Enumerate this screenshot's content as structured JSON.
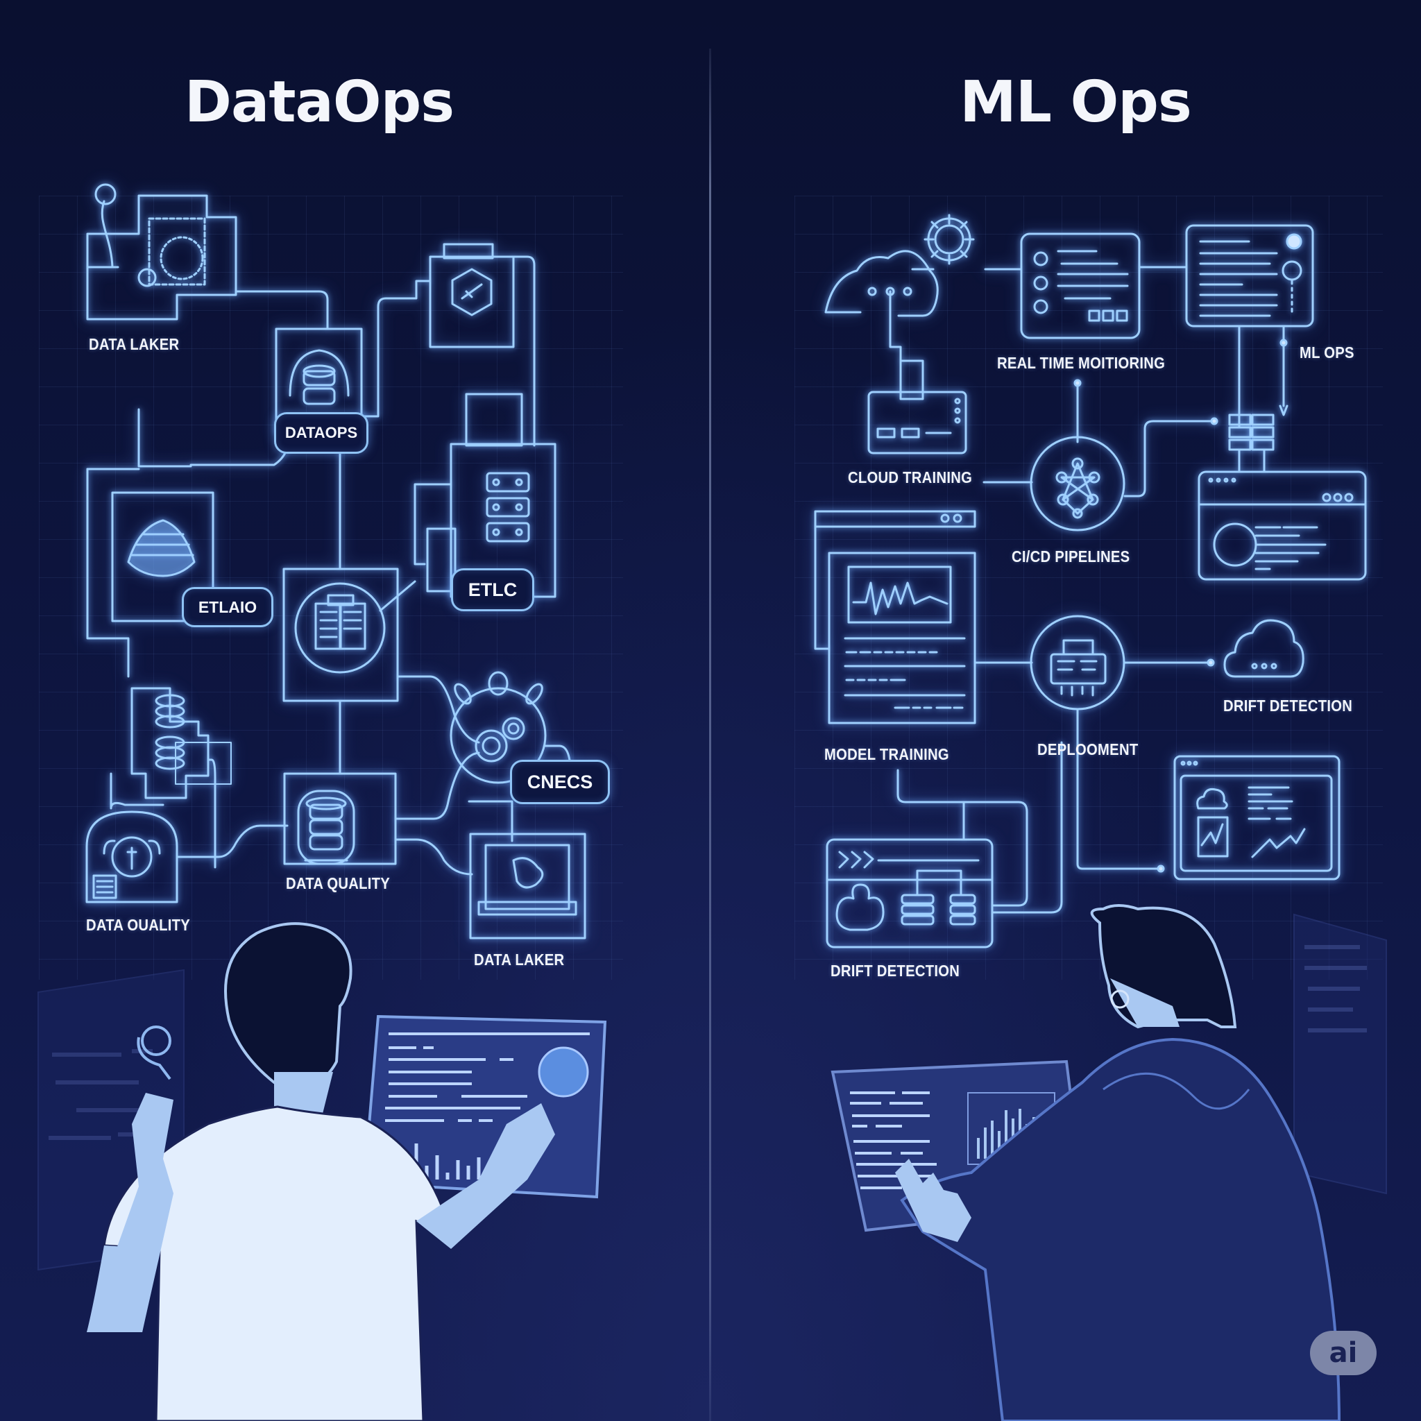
{
  "left_panel": {
    "title": "DataOps",
    "labels": {
      "data_laker_top": "DATA LAKER",
      "dataops_pill": "DATAOPS",
      "etlaio_pill": "ETLAIO",
      "etlc_pill": "ETLC",
      "cnecs_pill": "CNECS",
      "data_quality_center": "DATA QUALITY",
      "data_quality_left": "DATA OUALITY",
      "data_laker_bottom": "DATA LAKER"
    },
    "icons": [
      "gear-icon",
      "dashed-lake-icon",
      "hexagon-tool-icon",
      "database-stack-icon",
      "server-rack-icon",
      "cone-lake-icon",
      "document-icon",
      "gears-cluster-icon",
      "lock-gear-icon",
      "network-monitor-icon"
    ]
  },
  "right_panel": {
    "title": "ML Ops",
    "labels": {
      "realtime_monitoring": "REAL TIME MOITIORING",
      "ml_ops": "ML OPS",
      "cloud_training": "CLOUD TRAINING",
      "cicd_pipelines": "CI/CD PIPELINES",
      "model_training": "MODEL TRAINING",
      "deployment": "DEPLOOMENT",
      "drift_detection_right": "DRIFT DETECTION",
      "drift_detection_bottom": "DRIFT DETECTION"
    },
    "icons": [
      "cloud-icon",
      "gear-icon",
      "monitoring-panel-icon",
      "code-panel-icon",
      "server-icon",
      "neural-network-icon",
      "browser-window-icon",
      "chart-window-icon",
      "printer-deploy-icon",
      "cloud-dots-icon",
      "dashboard-icon",
      "drift-panel-icon"
    ]
  },
  "badge": {
    "text": "ai"
  },
  "colors": {
    "background": "#0b1233",
    "line_glow": "#8fc3f5",
    "text": "#f2f5fb",
    "person_light": "#a9c8f2",
    "hoodie": "#1d2a68"
  }
}
